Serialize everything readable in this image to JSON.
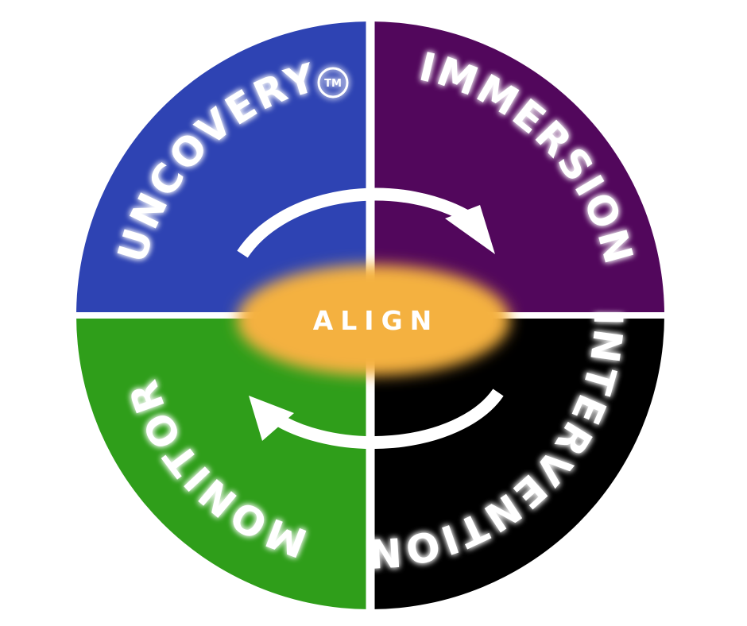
{
  "segments": {
    "top_left": {
      "label": "UNCOVERY",
      "color": "#2e43b3"
    },
    "top_right": {
      "label": "IMMERSION",
      "color": "#52075c"
    },
    "bottom_right": {
      "label": "INTERVENTION",
      "color": "#000000"
    },
    "bottom_left": {
      "label": "MONITOR",
      "color": "#2f9e1a"
    }
  },
  "trademark": "TM",
  "center": {
    "label": "ALIGN",
    "color": "#f4b141"
  },
  "arrows": [
    {
      "name": "arrow-clockwise-top-icon",
      "direction": "clockwise"
    },
    {
      "name": "arrow-clockwise-bottom-icon",
      "direction": "clockwise"
    }
  ]
}
